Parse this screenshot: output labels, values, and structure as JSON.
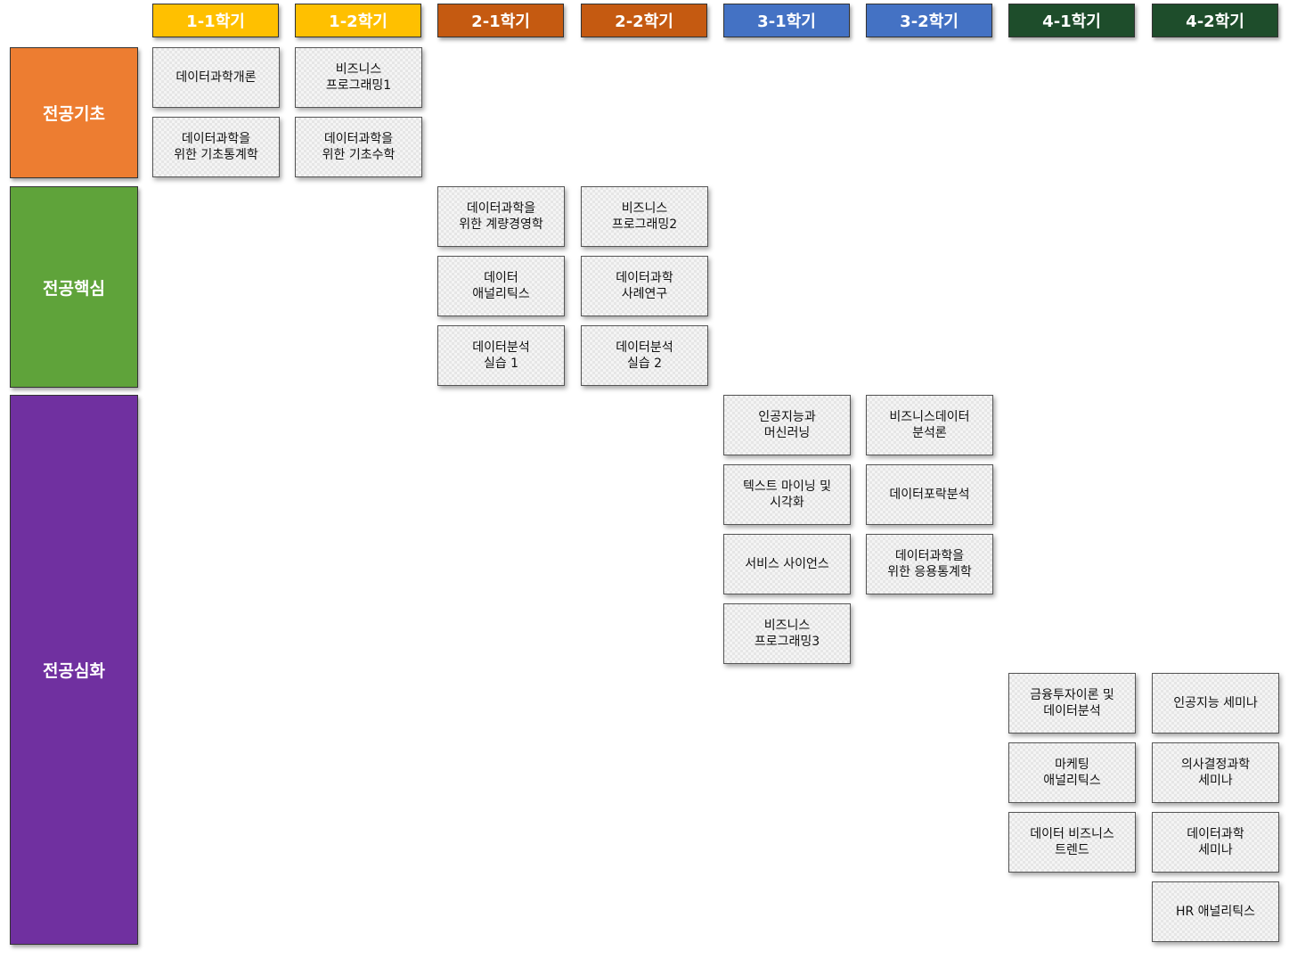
{
  "semesters": [
    {
      "label": "1-1학기",
      "color": "#FFC000"
    },
    {
      "label": "1-2학기",
      "color": "#FFC000"
    },
    {
      "label": "2-1학기",
      "color": "#C55A11"
    },
    {
      "label": "2-2학기",
      "color": "#C55A11"
    },
    {
      "label": "3-1학기",
      "color": "#4472C4"
    },
    {
      "label": "3-2학기",
      "color": "#4472C4"
    },
    {
      "label": "4-1학기",
      "color": "#1E4D2B"
    },
    {
      "label": "4-2학기",
      "color": "#1E4D2B"
    }
  ],
  "categories": [
    {
      "label": "전공기초",
      "color": "#ED7D31"
    },
    {
      "label": "전공핵심",
      "color": "#5FA33A"
    },
    {
      "label": "전공심화",
      "color": "#7030A0"
    }
  ],
  "courses": {
    "s1_1": [
      "데이터과학개론",
      "데이터과학을\n위한 기초통계학"
    ],
    "s1_2": [
      "비즈니스\n프로그래밍1",
      "데이터과학을\n위한 기초수학"
    ],
    "s2_1": [
      "데이터과학을\n위한 계량경영학",
      "데이터\n애널리틱스",
      "데이터분석\n실습 1"
    ],
    "s2_2": [
      "비즈니스\n프로그래밍2",
      "데이터과학\n사례연구",
      "데이터분석\n실습 2"
    ],
    "s3_1": [
      "인공지능과\n머신러닝",
      "텍스트 마이닝 및\n시각화",
      "서비스 사이언스",
      "비즈니스\n프로그래밍3"
    ],
    "s3_2": [
      "비즈니스데이터\n분석론",
      "데이터포락분석",
      "데이터과학을\n위한 응용통계학"
    ],
    "s4_1": [
      "금융투자이론 및\n데이터분석",
      "마케팅\n애널리틱스",
      "데이터 비즈니스\n트렌드"
    ],
    "s4_2": [
      "인공지능 세미나",
      "의사결정과학\n세미나",
      "데이터과학\n세미나",
      "HR 애널리틱스"
    ]
  }
}
